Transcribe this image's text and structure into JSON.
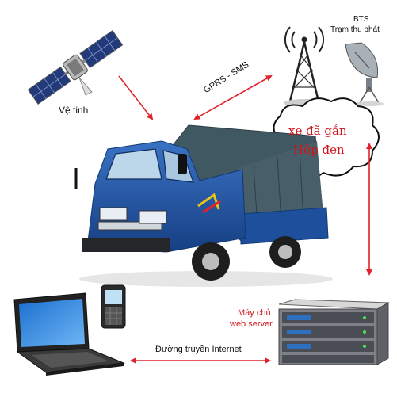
{
  "labels": {
    "satellite": "Vệ tinh",
    "bts": "BTS",
    "tower": "Trạm thu phát",
    "gprs": "GPRS - SMS",
    "cloud_line1": "xe đã gắn",
    "cloud_line2": "Hộp đen",
    "server_line1": "Máy chủ",
    "server_line2": "web server",
    "internet": "Đường truyền Internet"
  },
  "colors": {
    "arrow": "#e0222a",
    "truck_cab": "#1d4f9c",
    "truck_cover": "#3f5862",
    "label_red": "#d0141b"
  }
}
